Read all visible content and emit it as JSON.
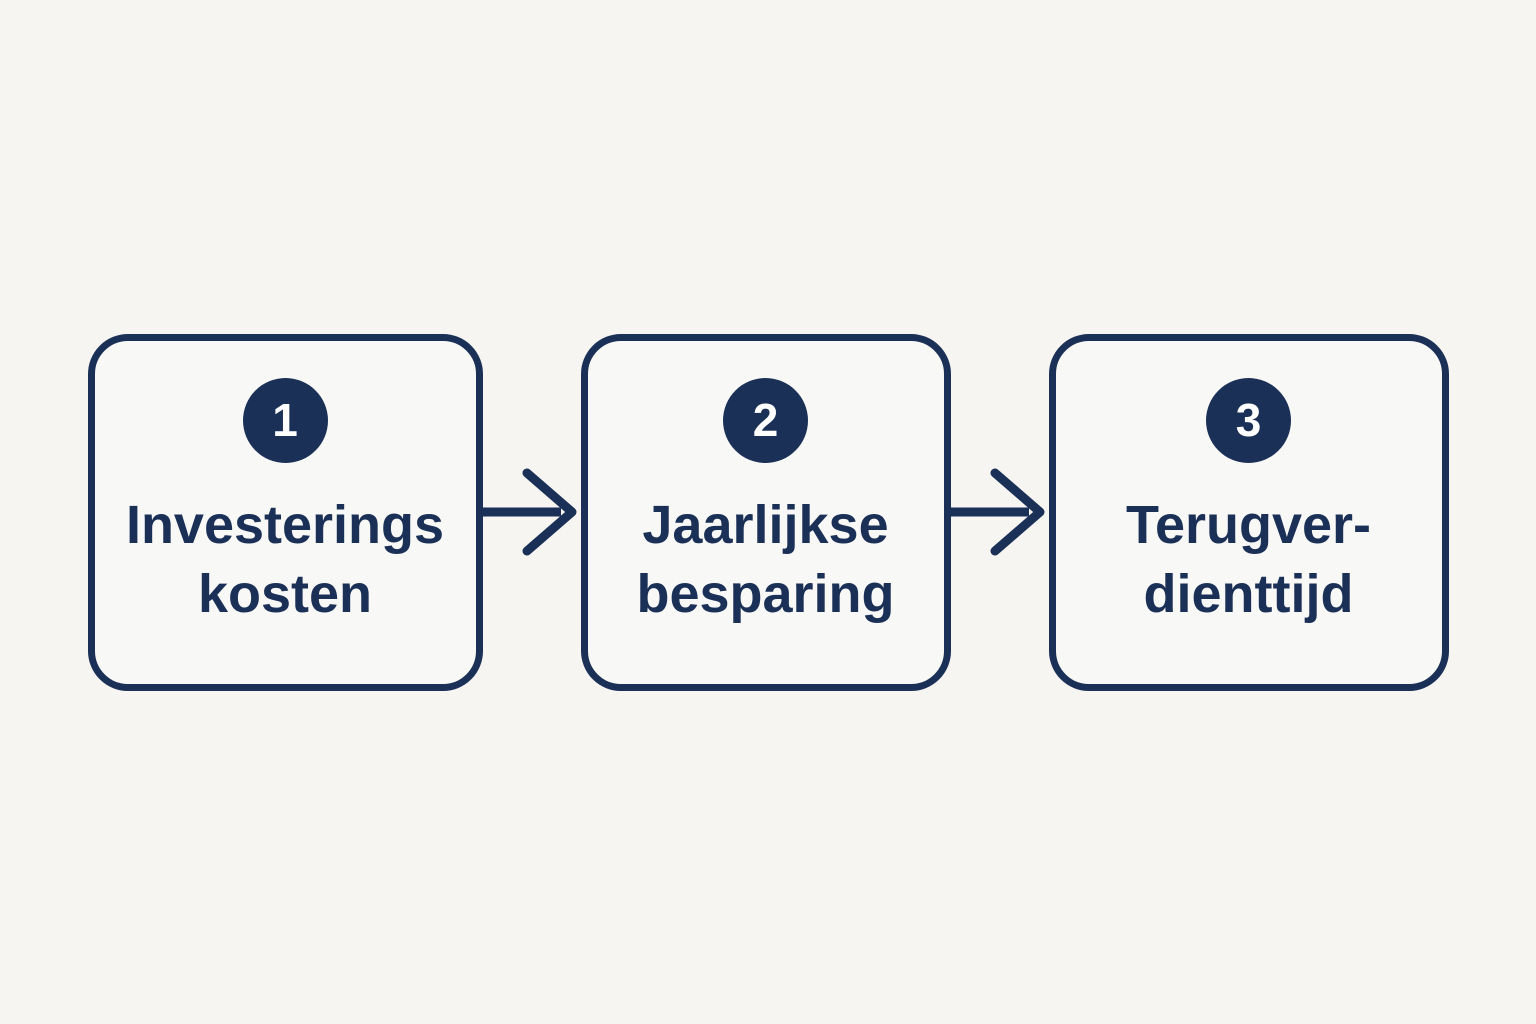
{
  "page": {
    "background_color": "#f6f5f2",
    "accent_color": "#1b3056",
    "box_fill_color": "#f8f8f6",
    "number_text_color": "#ffffff"
  },
  "diagram": {
    "description": "Three-step process flow connected by right arrows",
    "steps": [
      {
        "number": "1",
        "line1": "Investerings",
        "line2": "kosten"
      },
      {
        "number": "2",
        "line1": "Jaarlijkse",
        "line2": "besparing"
      },
      {
        "number": "3",
        "line1": "Terugver-",
        "line2": "dienttijd"
      }
    ],
    "connectors": [
      {
        "type": "right-arrow"
      },
      {
        "type": "right-arrow"
      }
    ]
  }
}
